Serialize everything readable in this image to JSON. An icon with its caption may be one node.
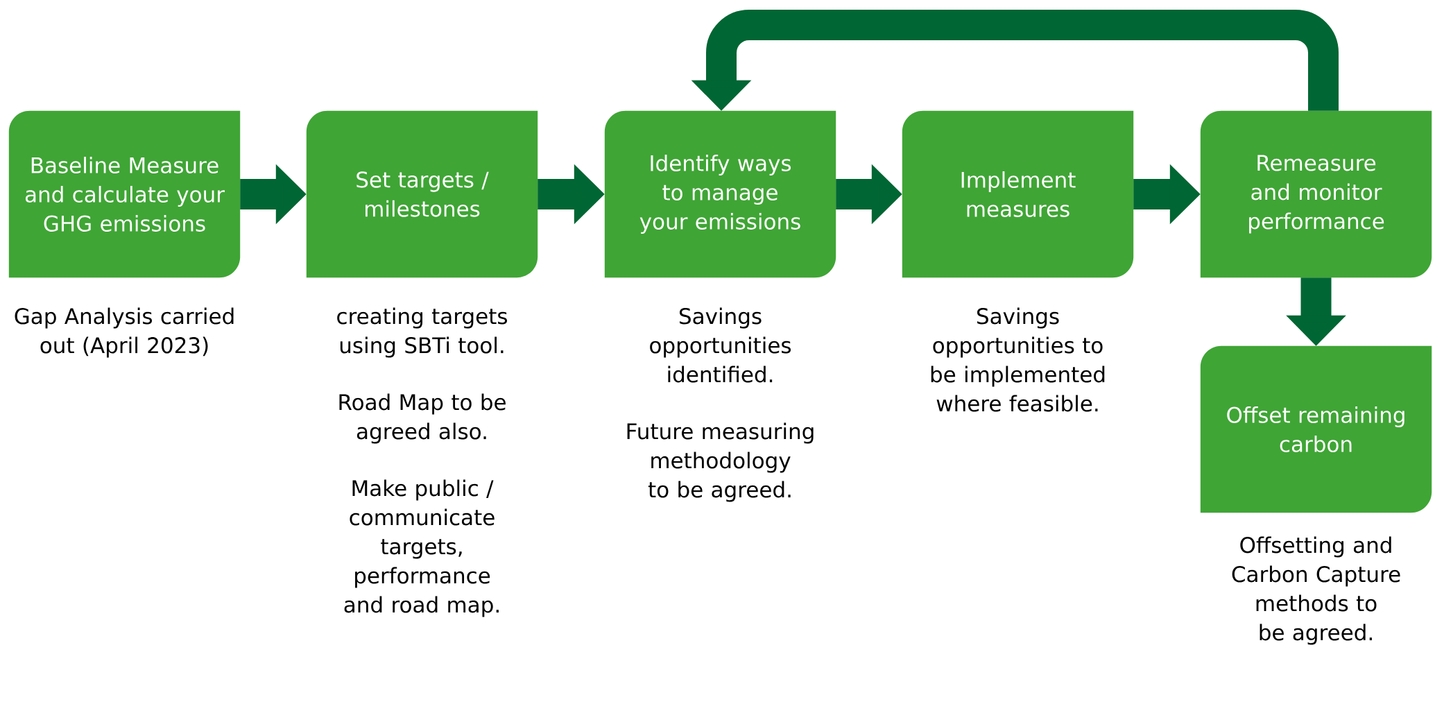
{
  "diagram": {
    "nodes": [
      {
        "text": [
          "Baseline Measure and calculate your GHG emissions"
        ],
        "beside": [
          "Gap Analysis carried out (April 2023)"
        ]
      },
      {
        "text": [
          "Set targets / milestones"
        ],
        "beside": [
          "creating targets using SBTi tool.",
          "Road Map to be agreed also.",
          "Make public / communicate targets, performance and road map."
        ]
      },
      {
        "text": [
          "Identify ways to manage your emissions"
        ],
        "beside": [
          "Savings opportunities identified.",
          "Future measuring methodology to be agreed."
        ]
      },
      {
        "text": [
          "Implement measures"
        ],
        "beside": [
          "Savings opportunities to be implemented where feasible."
        ]
      },
      {
        "text": [
          "Remeasure and monitor performance"
        ]
      },
      {
        "text": [
          "Offset remaining carbon"
        ],
        "beside": [
          "Offsetting and Carbon Capture methods to be agreed."
        ]
      }
    ],
    "edges": [
      {
        "from": 0,
        "to": 1,
        "arrow": "to"
      },
      {
        "from": 1,
        "to": 2,
        "arrow": "to"
      },
      {
        "from": 2,
        "to": 3,
        "arrow": "to"
      },
      {
        "from": 3,
        "to": 4,
        "arrow": "to"
      },
      {
        "from": 4,
        "to": 5,
        "arrow": "to"
      },
      {
        "from": 4,
        "to": 2,
        "arrow": "to"
      }
    ]
  }
}
